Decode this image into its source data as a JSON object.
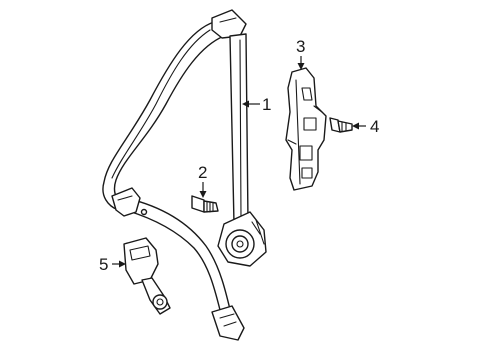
{
  "callouts": {
    "part1": "1",
    "part2": "2",
    "part3": "3",
    "part4": "4",
    "part5": "5"
  },
  "colors": {
    "line": "#1a1a1a",
    "background": "#ffffff"
  }
}
